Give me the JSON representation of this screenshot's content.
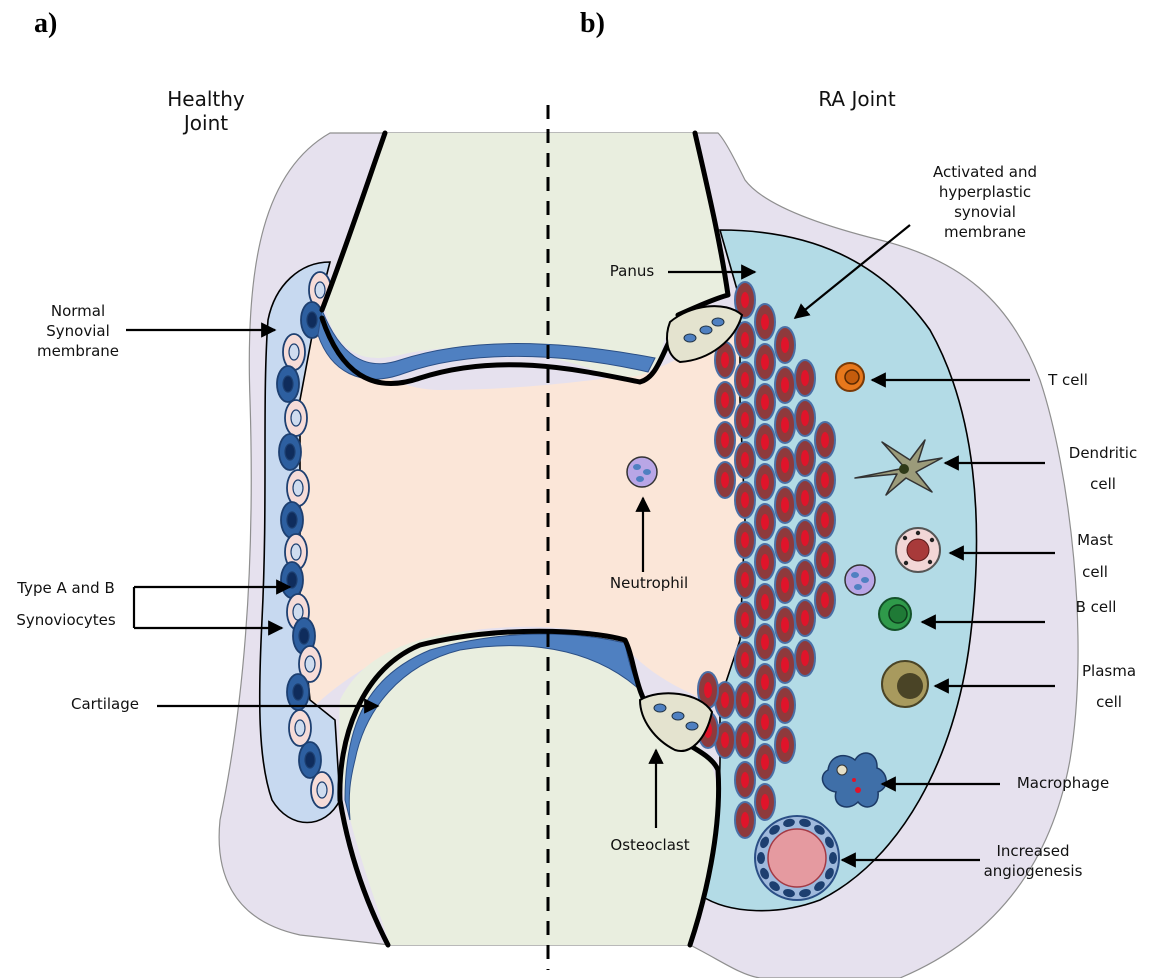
{
  "panels": {
    "a": "a)",
    "b": "b)"
  },
  "titles": {
    "healthy": [
      "Healthy",
      "Joint"
    ],
    "ra": "RA Joint"
  },
  "labels": {
    "normal_synovial": [
      "Normal",
      "Synovial",
      "membrane"
    ],
    "synoviocytes": [
      "Type A and B",
      "Synoviocytes"
    ],
    "cartilage": "Cartilage",
    "panus": "Panus",
    "activated": [
      "Activated and",
      "hyperplastic",
      "synovial",
      "membrane"
    ],
    "neutrophil": "Neutrophil",
    "osteoclast": "Osteoclast",
    "t_cell": "T cell",
    "dendritic": [
      "Dendritic",
      "cell"
    ],
    "mast": [
      "Mast",
      "cell"
    ],
    "b_cell": "B cell",
    "plasma": [
      "Plasma",
      "cell"
    ],
    "macrophage": "Macrophage",
    "angiogenesis": [
      "Increased",
      "angiogenesis"
    ]
  },
  "colors": {
    "capsule": "#e6e1ee",
    "bone": "#e9eedf",
    "cavity": "#fbe6d8",
    "cartilage": "#4f80c1",
    "normal_synovium": "#c7d9f0",
    "ra_synovium": "#b3dbe6",
    "infiltrate_cell": "#8e3a3c",
    "infiltrate_nucleus": "#e0142a",
    "t_cell": "#e8781c",
    "b_cell": "#2f9a4a",
    "plasma_cell": "#a89a5e",
    "mast_cell": "#f2d6d6",
    "dendritic_cell": "#9b9b7a",
    "macrophage": "#3f6fa8",
    "neutrophil": "#b9a6e6"
  }
}
